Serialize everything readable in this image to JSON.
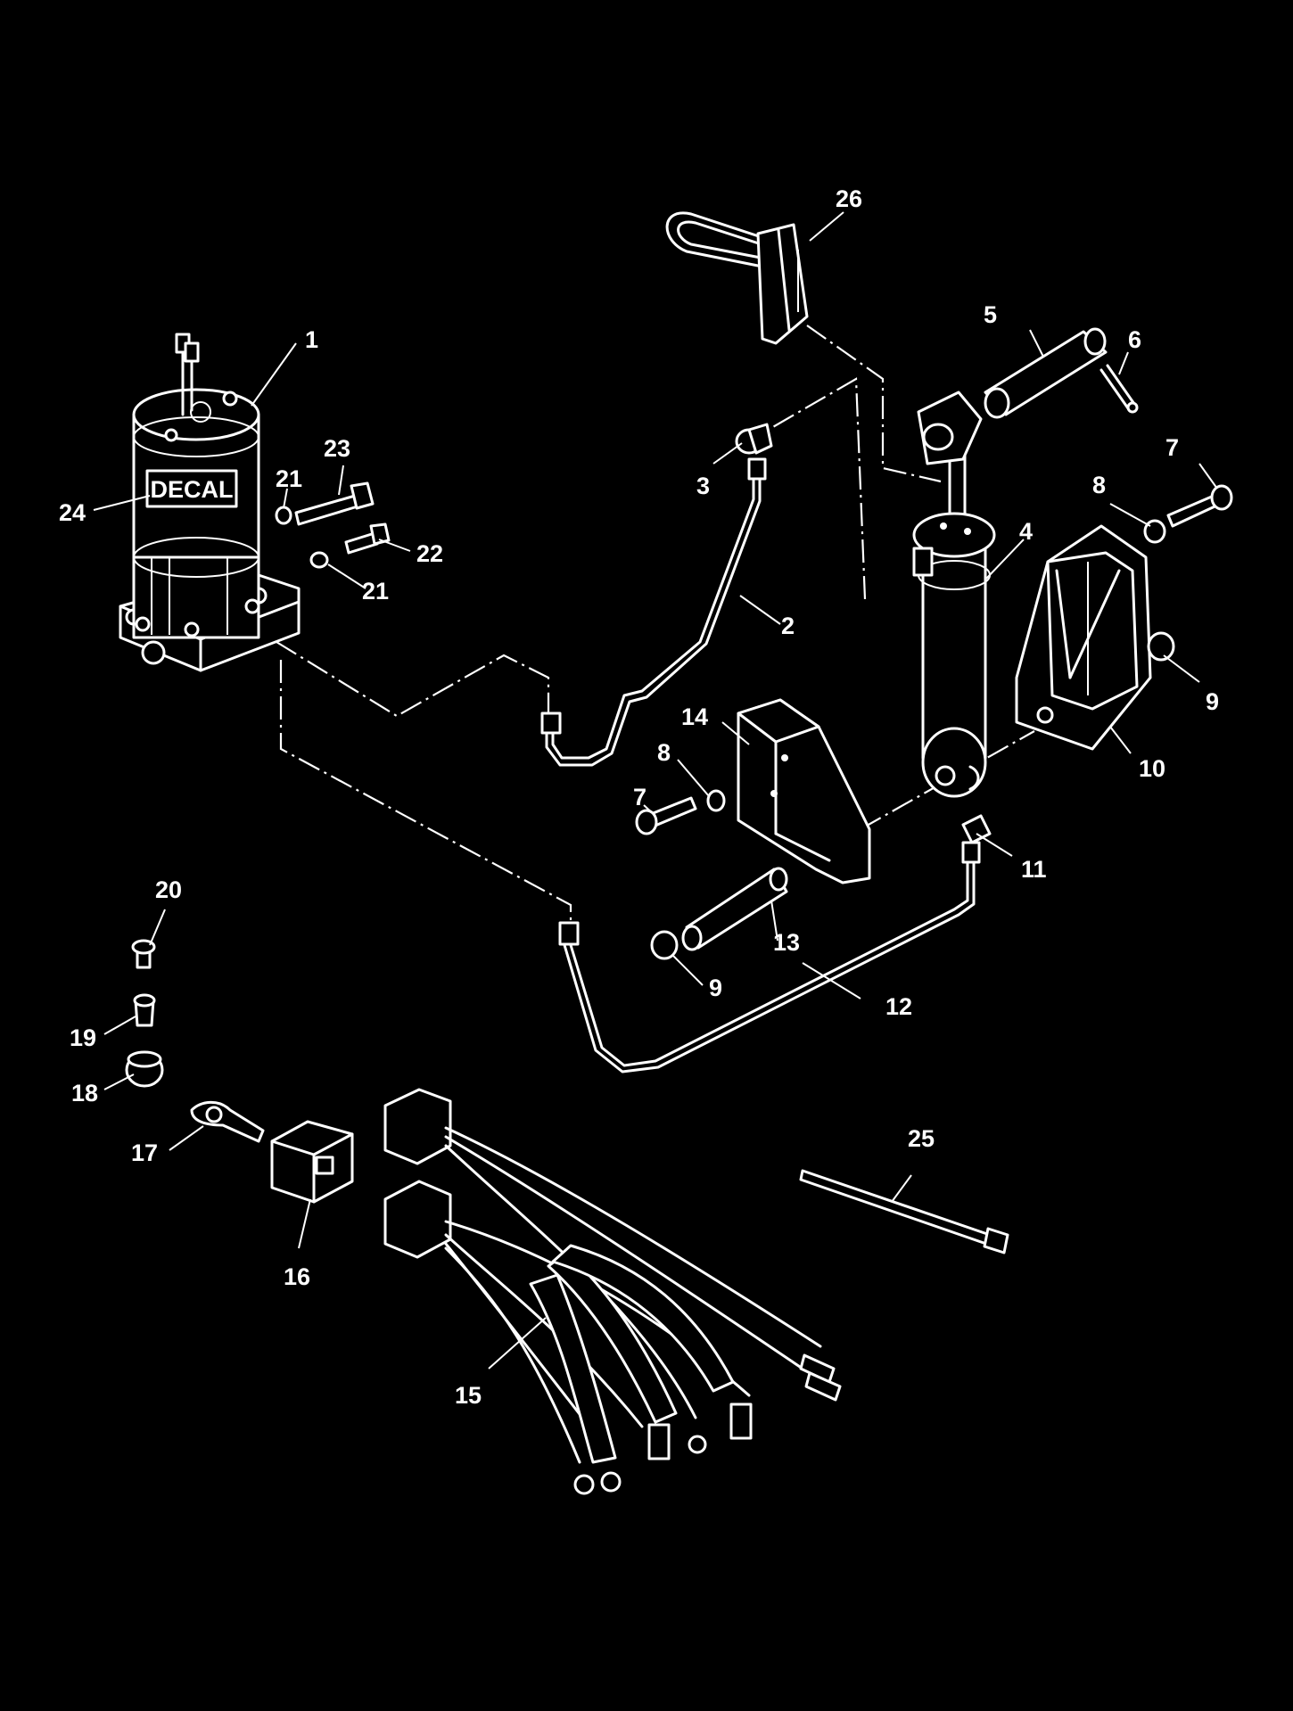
{
  "diagram": {
    "decal_text": "DECAL",
    "callouts": [
      "1",
      "2",
      "3",
      "4",
      "5",
      "6",
      "7",
      "7",
      "8",
      "8",
      "9",
      "9",
      "10",
      "11",
      "12",
      "13",
      "14",
      "15",
      "16",
      "17",
      "18",
      "19",
      "20",
      "21",
      "21",
      "22",
      "23",
      "24",
      "25",
      "26"
    ],
    "parts": {
      "pump_motor": "1",
      "hose_upper": "2",
      "fitting_upper": "3",
      "trim_cylinder": "4",
      "pivot_pin": "5",
      "cotter_pin": "6",
      "bolt_right": "7",
      "bolt_left": "7",
      "washer_right": "8",
      "washer_left": "8",
      "nut_right": "9",
      "nut_left": "9",
      "bracket_right": "10",
      "fitting_lower": "11",
      "hose_lower": "12",
      "anchor_pin": "13",
      "bracket_left": "14",
      "wire_harness": "15",
      "relay": "16",
      "clip": "17",
      "grommet": "18",
      "spacer": "19",
      "screw": "20",
      "washer_a": "21",
      "washer_b": "21",
      "bolt_small": "22",
      "bolt_large": "23",
      "decal": "24",
      "cable_tie": "25",
      "hook_bracket": "26"
    }
  }
}
